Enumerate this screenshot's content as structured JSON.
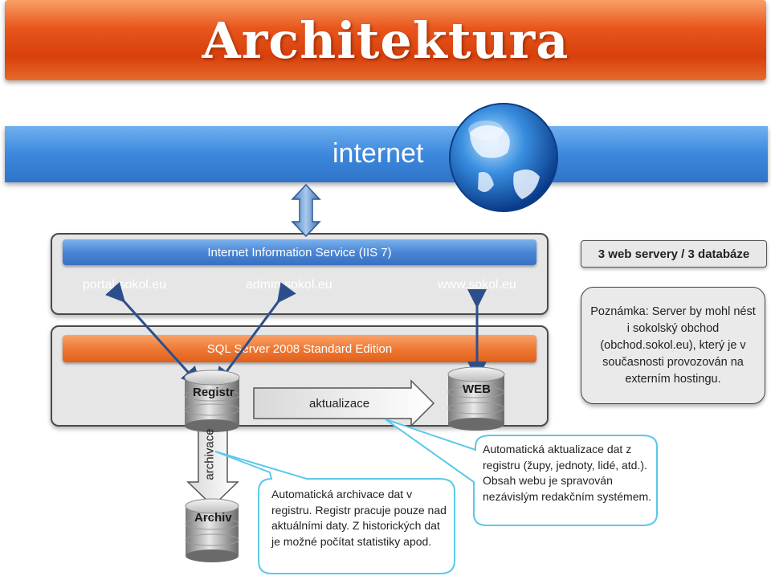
{
  "title": "Architektura",
  "internet_label": "internet",
  "iis": {
    "bar_label": "Internet Information Service (IIS 7)",
    "sites": [
      "portal.sokol.eu",
      "admin.sokol.eu",
      "www.sokol.eu"
    ]
  },
  "sql": {
    "bar_label": "SQL Server 2008 Standard Edition",
    "registr_label": "Registr",
    "web_label": "WEB",
    "aktualizace_label": "aktualizace"
  },
  "archive": {
    "arrow_label": "archivace",
    "archiv_label": "Archiv"
  },
  "info_box": "3 web servery / 3 databáze",
  "note": "Poznámka: Server by mohl nést i sokolský obchod (obchod.sokol.eu), který je v současnosti provozován na externím hostingu.",
  "callouts": {
    "archive": "Automatická archivace dat v registru. Registr pracuje pouze nad aktuálními daty. Z historických dat je možné počítat statistiky apod.",
    "update": "Automatická aktualizace dat z registru (župy, jednoty, lidé, atd.). Obsah webu je spravován nezávislým redakčním systémem."
  },
  "colors": {
    "title_orange": "#e8561c",
    "internet_blue": "#3d88dd",
    "iis_blue": "#4a86d6",
    "sql_orange": "#ef7a36",
    "callout_cyan": "#5bc8e8"
  },
  "icons": [
    "globe-icon",
    "double-arrow-icon",
    "database-icon"
  ]
}
